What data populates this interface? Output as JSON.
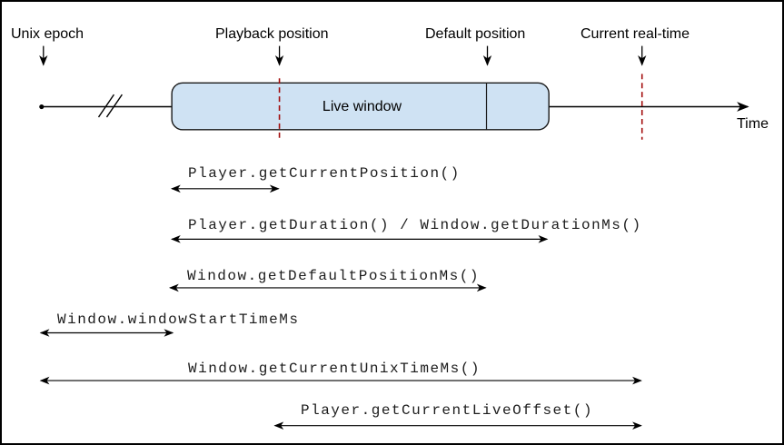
{
  "diagram": {
    "markers": {
      "unix_epoch": "Unix epoch",
      "playback_position": "Playback position",
      "default_position": "Default position",
      "current_real_time": "Current real-time"
    },
    "timeline": {
      "axis_label": "Time",
      "window_label": "Live window"
    },
    "measures": {
      "current_position": "Player.getCurrentPosition()",
      "duration": "Player.getDuration() / Window.getDurationMs()",
      "default_position_ms": "Window.getDefaultPositionMs()",
      "window_start_time": "Window.windowStartTimeMs",
      "current_unix_time": "Window.getCurrentUnixTimeMs()",
      "current_live_offset": "Player.getCurrentLiveOffset()"
    },
    "colors": {
      "window_fill": "#cfe2f3",
      "window_stroke": "#1a1a1a",
      "dashed_marker": "#a30d0d",
      "line": "#000000"
    }
  }
}
